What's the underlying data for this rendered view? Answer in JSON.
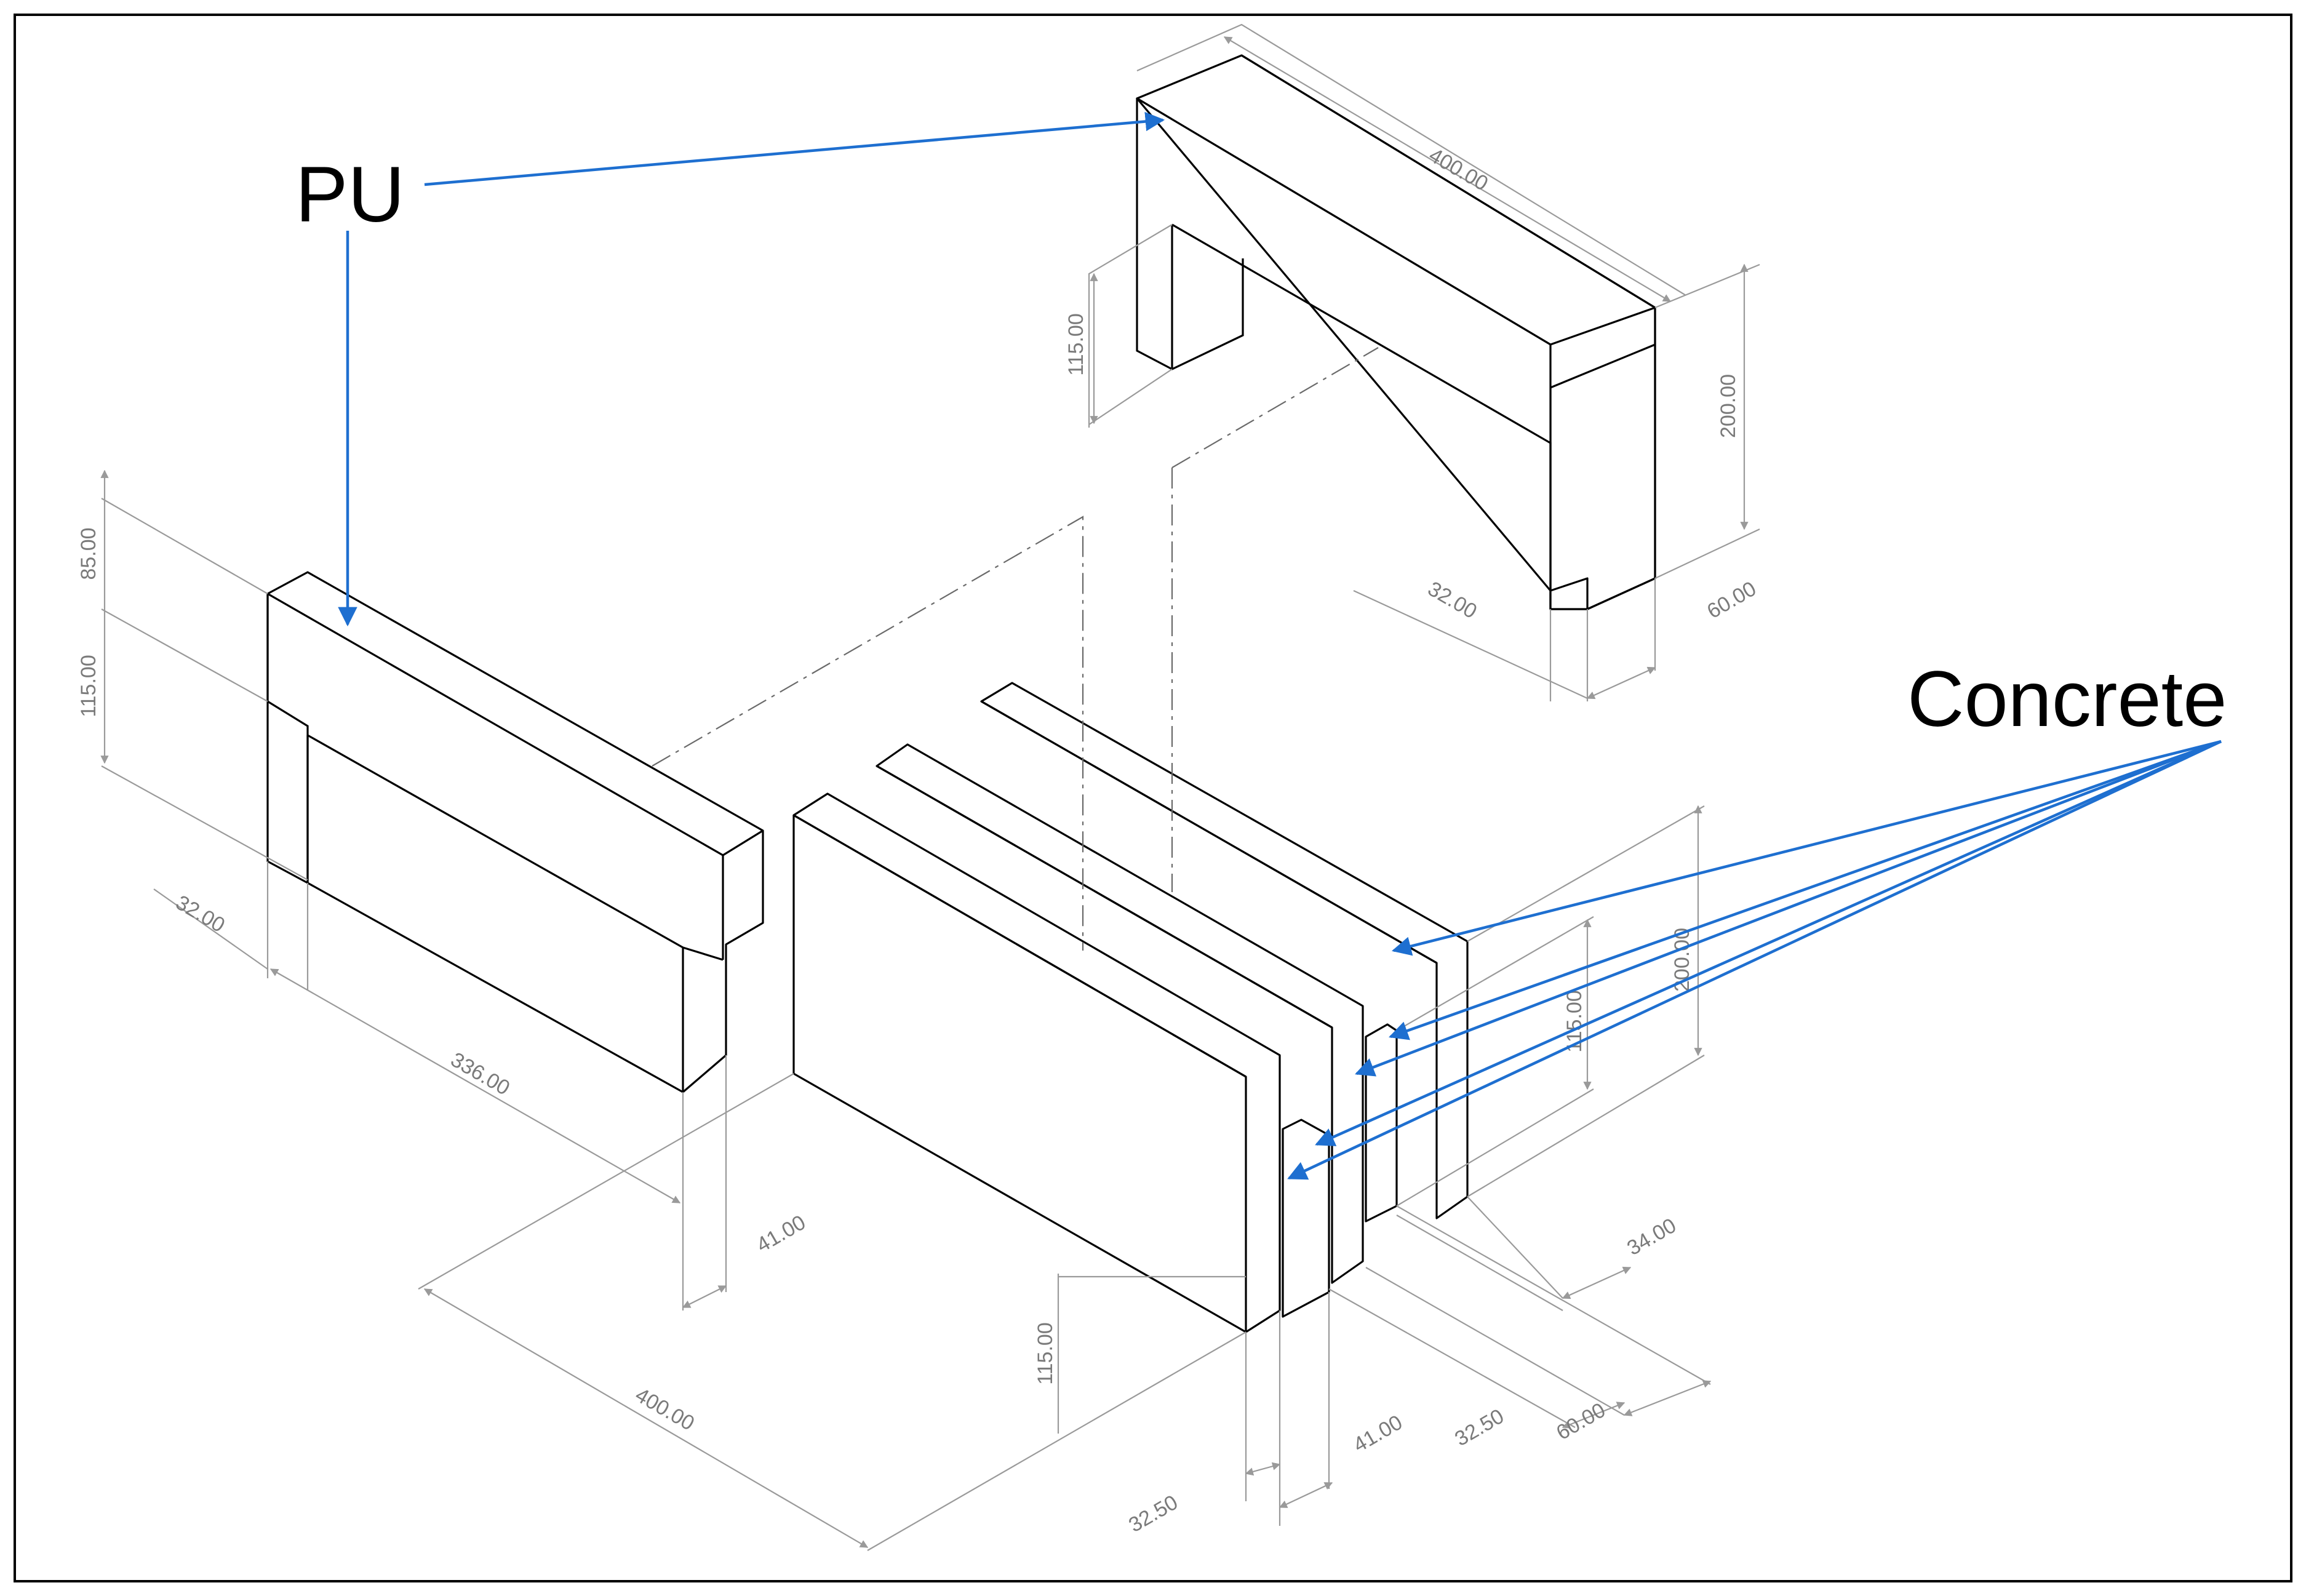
{
  "labels": {
    "pu": "PU",
    "concrete": "Concrete"
  },
  "dimensions": {
    "top_length": "400.00",
    "top_height": "200.00",
    "top_inner_height": "115.00",
    "top_leg_width": "32.00",
    "top_depth": "60.00",
    "left_height_upper": "85.00",
    "left_height_lower": "115.00",
    "left_leg_width": "32.00",
    "left_length": "336.00",
    "left_depth": "41.00",
    "base_length": "400.00",
    "base_height": "115.00",
    "base_thick_a": "32.50",
    "base_thick_b": "41.00",
    "base_thick_c": "32.50",
    "base_depth": "60.00",
    "right_height": "200.00",
    "right_inner_height": "115.00",
    "right_depth": "34.00"
  },
  "colors": {
    "arrow": "#1e6fd0",
    "line": "#000000",
    "dimension": "#9a9a9a"
  }
}
